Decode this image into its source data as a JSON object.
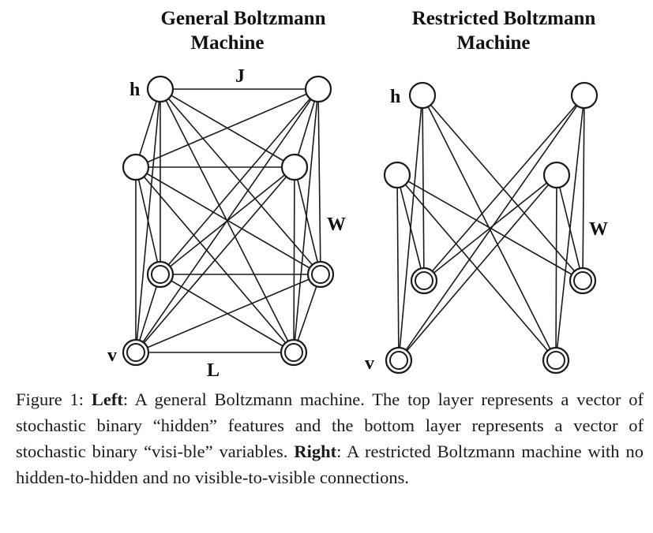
{
  "left": {
    "title_line1": "General Boltzmann",
    "title_line2": "Machine",
    "label_h": "h",
    "label_v": "v",
    "label_J": "J",
    "label_W": "W",
    "label_L": "L"
  },
  "right": {
    "title_line1": "Restricted Boltzmann",
    "title_line2": "Machine",
    "label_h": "h",
    "label_v": "v",
    "label_W": "W"
  },
  "caption": {
    "figure": "Figure 1:",
    "left_word": "Left",
    "left_text": ": A general Boltzmann machine. The top layer represents a vector of stochastic binary “hidden” features and the bottom layer represents a vector of stochastic binary “visi-ble” variables. ",
    "right_word": "Right",
    "right_text": ": A restricted Boltzmann machine with no hidden-to-hidden and no visible-to-visible connections."
  }
}
